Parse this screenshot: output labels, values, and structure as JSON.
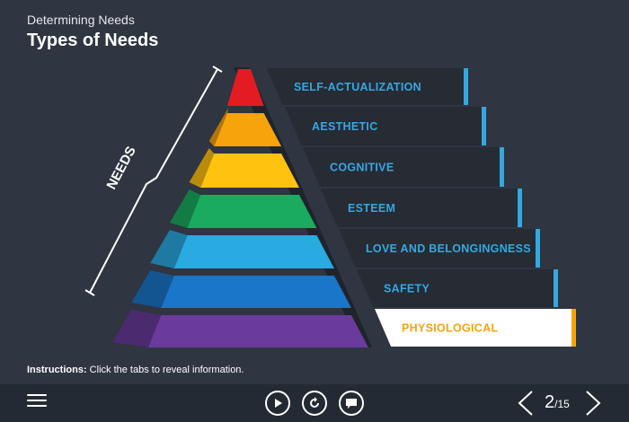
{
  "header": {
    "subtitle": "Determining Needs",
    "title": "Types of Needs"
  },
  "pyramid": {
    "brace_label": "NEEDS",
    "levels": [
      {
        "label": "SELF-ACTUALIZATION",
        "color": "#e31b23"
      },
      {
        "label": "AESTHETIC",
        "color": "#f7a30b"
      },
      {
        "label": "COGNITIVE",
        "color": "#ffc20e"
      },
      {
        "label": "ESTEEM",
        "color": "#1aab5e"
      },
      {
        "label": "LOVE AND BELONGINGNESS",
        "color": "#29aae1"
      },
      {
        "label": "SAFETY",
        "color": "#1976c8"
      },
      {
        "label": "PHYSIOLOGICAL",
        "color": "#6a3b9c",
        "selected": true
      }
    ]
  },
  "colors": {
    "tab_bg": "#262b34",
    "tab_text": "#35a8e0",
    "tab_accent": "#35a8e0",
    "selected_bg": "#ffffff",
    "selected_text": "#f7a30b",
    "selected_accent": "#f7a30b"
  },
  "instructions": {
    "label": "Instructions:",
    "text": " Click the tabs to reveal information."
  },
  "footer": {
    "icons": [
      "menu-icon",
      "play-icon",
      "replay-icon",
      "comment-icon",
      "prev-arrow-icon",
      "next-arrow-icon"
    ],
    "current_page": "2",
    "total_pages": "/15"
  }
}
